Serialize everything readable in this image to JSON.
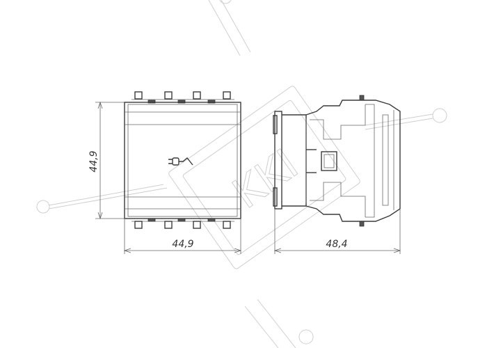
{
  "watermark": {
    "text": "KKI"
  },
  "front_view": {
    "height_label": "44,9",
    "width_label": "44,9",
    "icon": "plug-icon"
  },
  "side_view": {
    "depth_label": "48,4"
  },
  "colors": {
    "line": "#3a3a3a",
    "dimension": "#555555",
    "watermark": "#cfcfcf",
    "background": "#ffffff"
  }
}
